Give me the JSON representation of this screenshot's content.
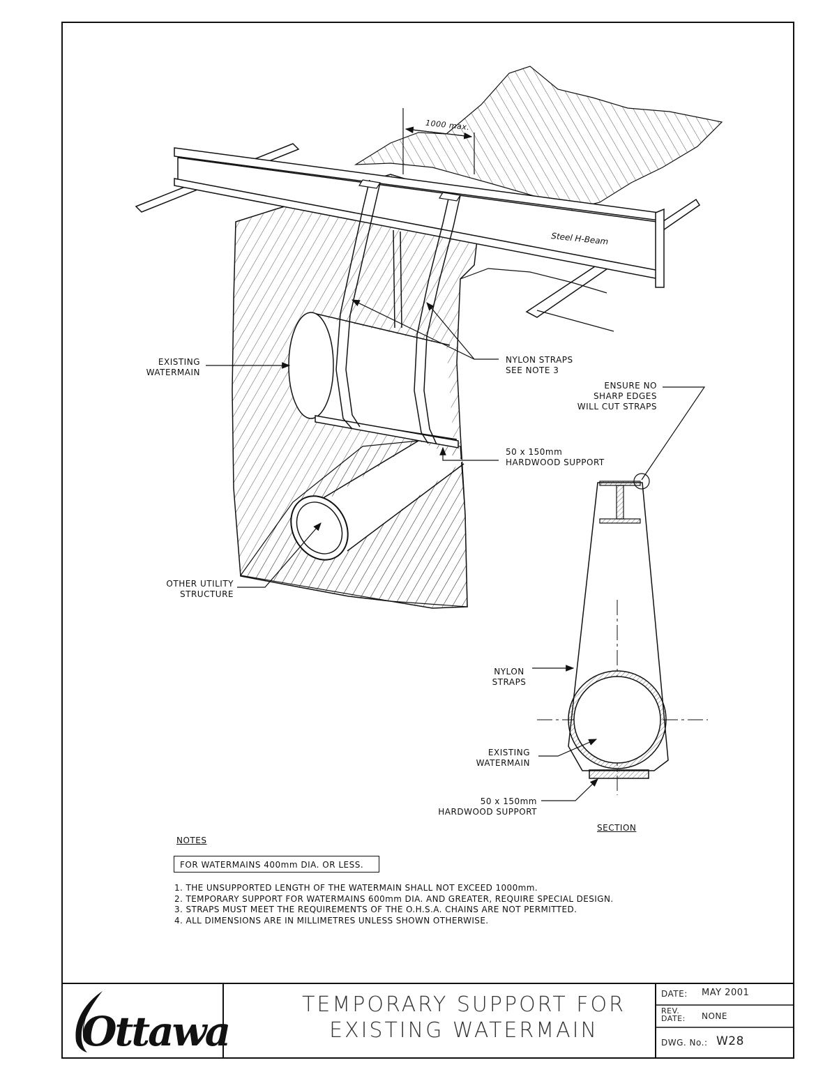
{
  "labels": {
    "dimension": "1000 max.",
    "beam": "Steel H-Beam",
    "existing_watermain_1": "EXISTING",
    "existing_watermain_2": "WATERMAIN",
    "nylon_straps_1": "NYLON STRAPS",
    "nylon_straps_2": "SEE NOTE 3",
    "ensure_1": "ENSURE NO",
    "ensure_2": "SHARP EDGES",
    "ensure_3": "WILL CUT STRAPS",
    "hardwood_1": "50 x 150mm",
    "hardwood_2": "HARDWOOD SUPPORT",
    "other_utility_1": "OTHER UTILITY",
    "other_utility_2": "STRUCTURE",
    "section_straps_1": "NYLON",
    "section_straps_2": "STRAPS",
    "section_watermain_1": "EXISTING",
    "section_watermain_2": "WATERMAIN",
    "section_hardwood_1": "50 x 150mm",
    "section_hardwood_2": "HARDWOOD SUPPORT",
    "section_title": "SECTION"
  },
  "notes": {
    "heading": "NOTES",
    "boxed": "FOR WATERMAINS 400mm DIA. OR LESS.",
    "items": [
      "1. THE UNSUPPORTED LENGTH OF THE WATERMAIN SHALL NOT EXCEED 1000mm.",
      "2. TEMPORARY SUPPORT FOR WATERMAINS 600mm DIA. AND GREATER, REQUIRE SPECIAL DESIGN.",
      "3. STRAPS MUST MEET THE REQUIREMENTS OF THE O.H.S.A. CHAINS ARE NOT PERMITTED.",
      "4. ALL DIMENSIONS ARE IN MILLIMETRES UNLESS SHOWN OTHERWISE."
    ]
  },
  "title_block": {
    "logo_text": "Ottawa",
    "title_line1": "TEMPORARY SUPPORT FOR",
    "title_line2": "EXISTING WATERMAIN",
    "date_label": "DATE:",
    "date_value": "MAY 2001",
    "rev_label_1": "REV.",
    "rev_label_2": "DATE:",
    "rev_value": "NONE",
    "dwg_label": "DWG. No.:",
    "dwg_value": "W28"
  }
}
